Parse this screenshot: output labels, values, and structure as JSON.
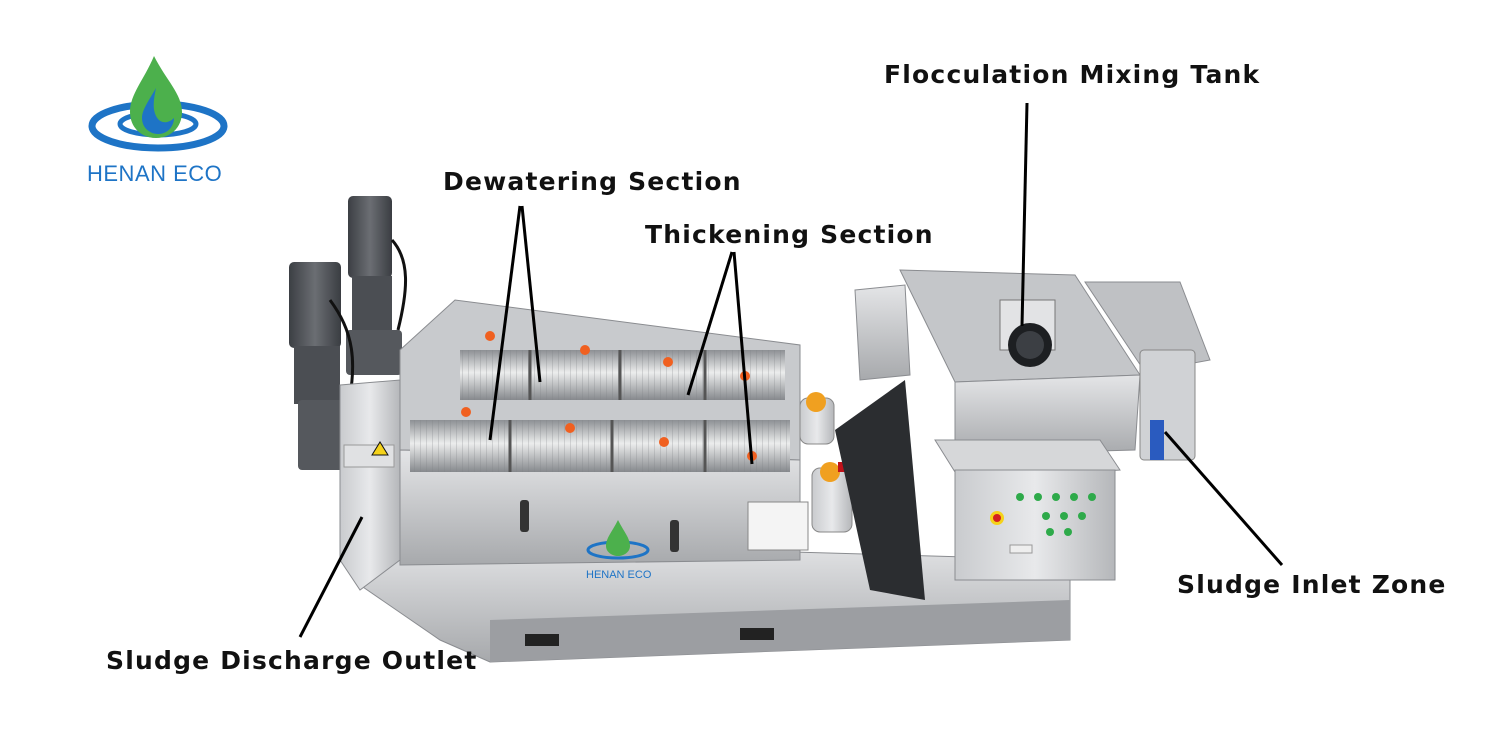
{
  "logo": {
    "text": "HENAN ECO",
    "colors": {
      "drop_green": "#4cb04c",
      "ring_blue": "#1e74c6",
      "text_blue": "#1e74c6"
    }
  },
  "callouts": {
    "dewatering": "Dewatering Section",
    "thickening": "Thickening Section",
    "flocculation": "Flocculation Mixing Tank",
    "sludge_inlet": "Sludge Inlet Zone",
    "sludge_discharge": "Sludge Discharge Outlet"
  },
  "machine": {
    "panel_watermark": "HENAN ECO",
    "label_plate": ""
  },
  "colors": {
    "steel_light": "#d8d9db",
    "steel_mid": "#a9abae",
    "steel_dark": "#6f7276",
    "motor_gray": "#4b4e53",
    "valve_orange": "#f0a020",
    "button_green": "#2eaa4a",
    "estop_red": "#d42020",
    "label_text": "#111111"
  }
}
